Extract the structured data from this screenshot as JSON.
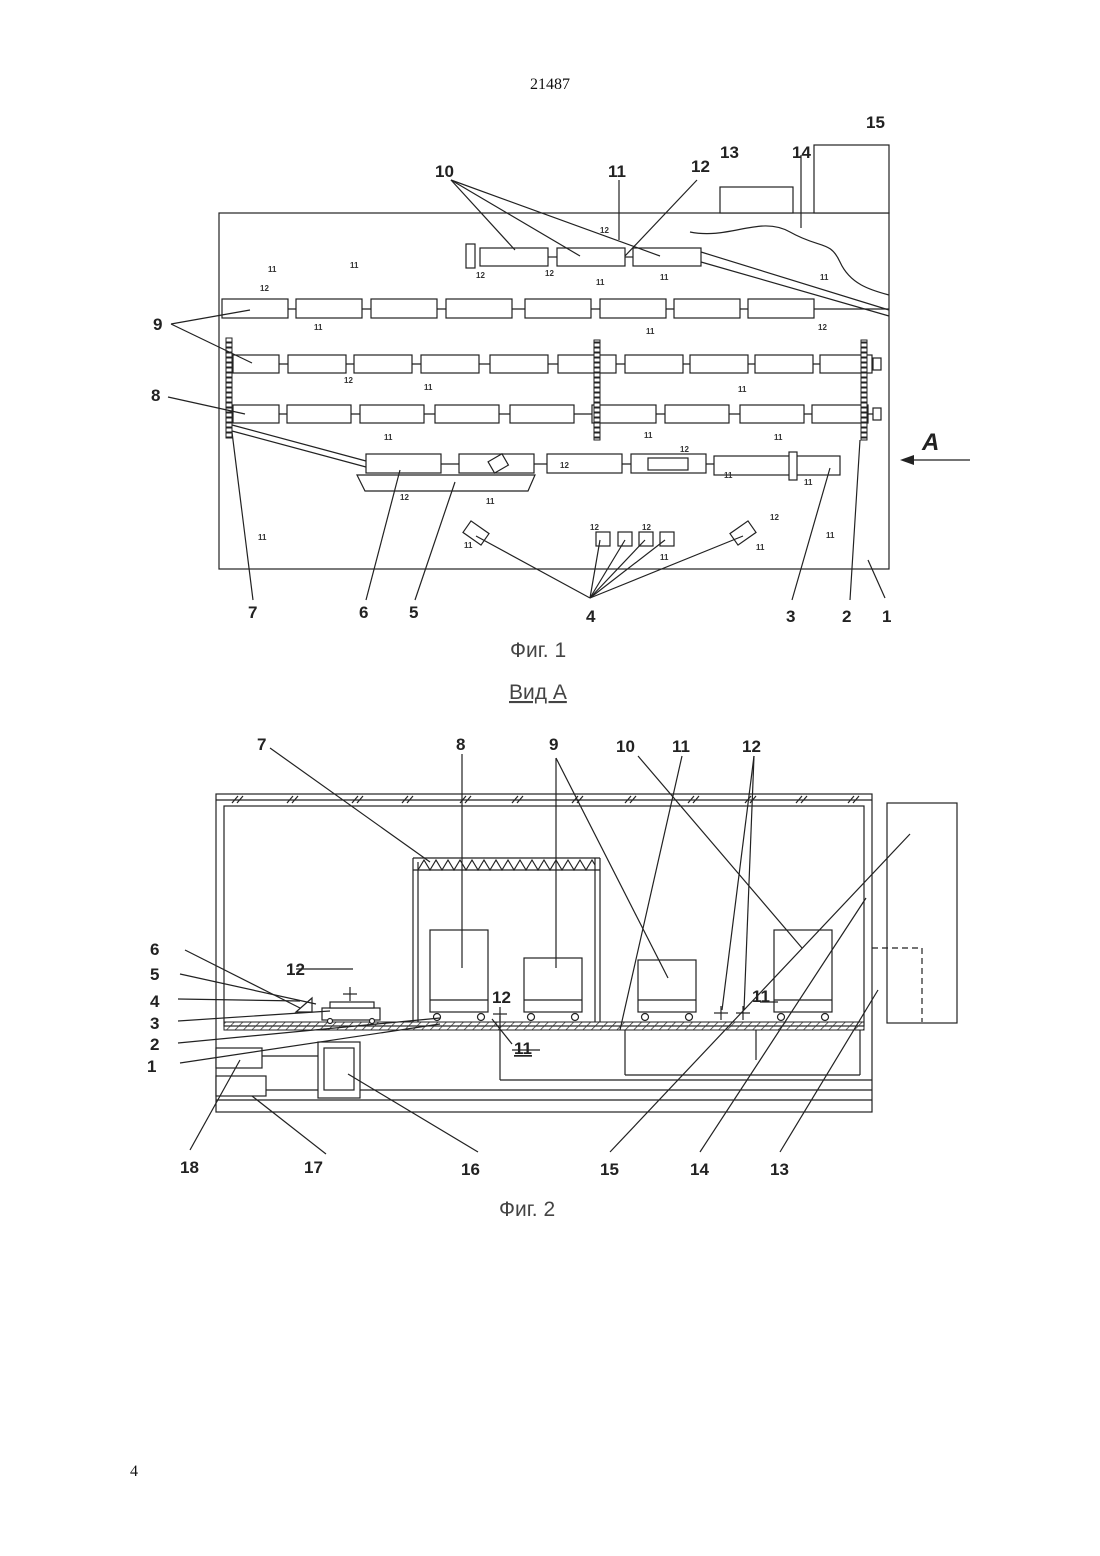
{
  "header": {
    "page_number_top": "21487"
  },
  "footer": {
    "page_number_bottom": "4"
  },
  "fig1": {
    "caption": "Фиг. 1",
    "arrow_label": "A",
    "labels": [
      "1",
      "2",
      "3",
      "4",
      "5",
      "6",
      "7",
      "8",
      "9",
      "10",
      "11",
      "12",
      "13",
      "14",
      "15"
    ],
    "small_mark_11": "11",
    "small_mark_12": "12"
  },
  "fig2": {
    "view_title": "Вид A",
    "caption": "Фиг. 2",
    "labels": [
      "1",
      "2",
      "3",
      "4",
      "5",
      "6",
      "7",
      "8",
      "9",
      "10",
      "11",
      "12",
      "13",
      "14",
      "15",
      "16",
      "17",
      "18"
    ]
  }
}
